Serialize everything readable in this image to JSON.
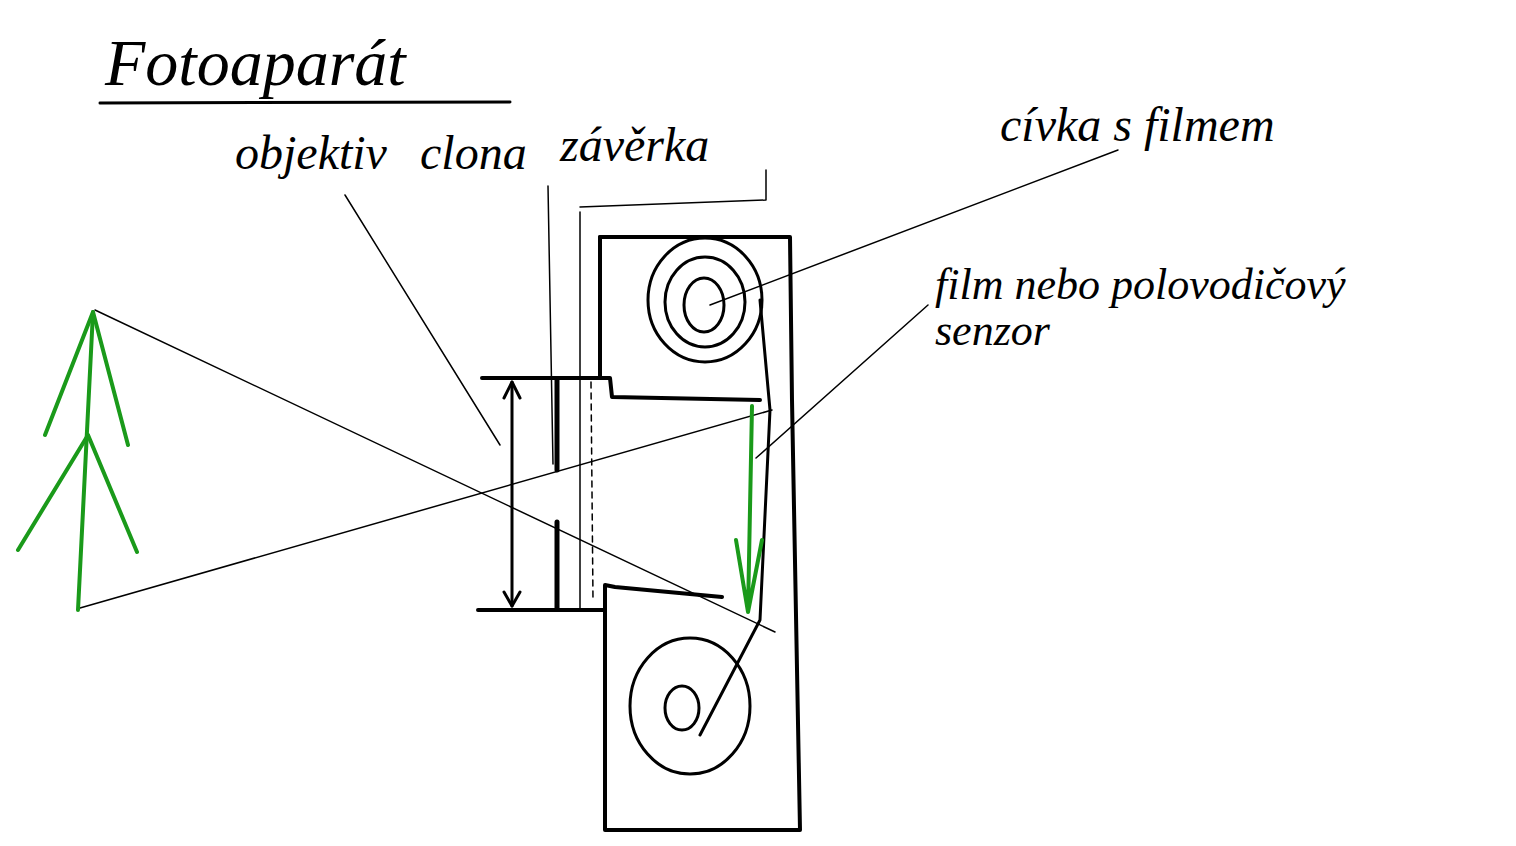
{
  "diagram": {
    "title": "Fotoaparát",
    "labels": [
      "objektiv",
      "clona",
      "závěrka",
      "cívka s filmem",
      "film nebo polovodičový senzor"
    ]
  }
}
